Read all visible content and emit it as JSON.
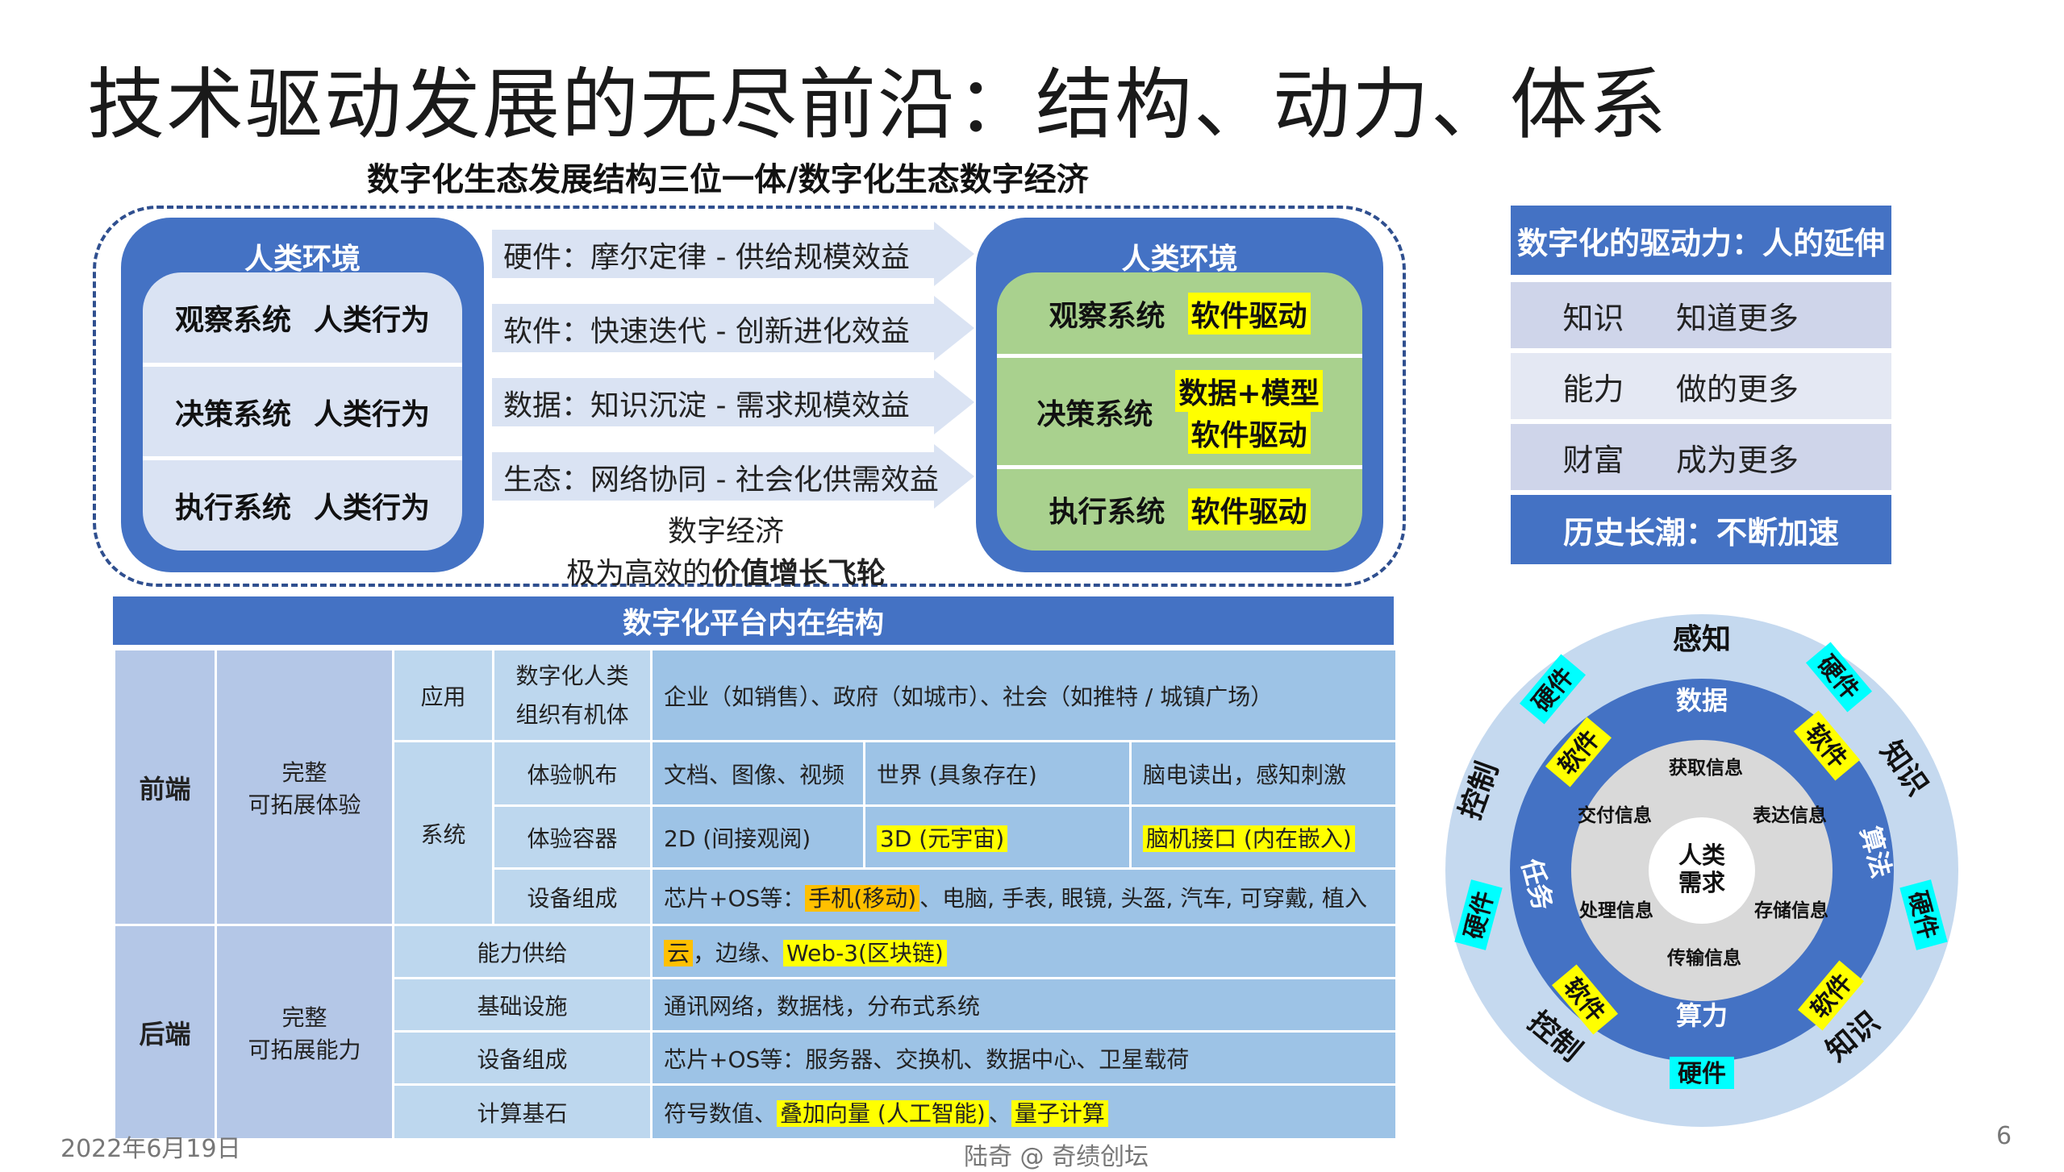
{
  "title": "技术驱动发展的无尽前沿：结构、动力、体系",
  "subtitle": "数字化生态发展结构三位一体/数字化生态数字经济",
  "left_env": {
    "title": "人类环境",
    "rows": [
      {
        "system": "观察系统",
        "driver": "人类行为"
      },
      {
        "system": "决策系统",
        "driver": "人类行为"
      },
      {
        "system": "执行系统",
        "driver": "人类行为"
      }
    ]
  },
  "right_env": {
    "title": "人类环境",
    "rows": [
      {
        "system": "观察系统",
        "driver_lines": [
          "软件驱动"
        ]
      },
      {
        "system": "决策系统",
        "driver_lines": [
          "数据+模型",
          "软件驱动"
        ]
      },
      {
        "system": "执行系统",
        "driver_lines": [
          "软件驱动"
        ]
      }
    ]
  },
  "arrows": [
    "硬件：摩尔定律 - 供给规模效益",
    "软件：快速迭代 - 创新进化效益",
    "数据：知识沉淀 - 需求规模效益",
    "生态：网络协同 - 社会化供需效益"
  ],
  "flywheel": {
    "line1": "数字经济",
    "line2_prefix": "极为高效的",
    "line2_bold": "价值增长飞轮"
  },
  "platform": {
    "header": "数字化平台内在结构",
    "front": {
      "label": "前端",
      "desc_lines": [
        "完整",
        "可拓展体验"
      ],
      "app": {
        "label": "应用",
        "name_lines": [
          "数字化人类",
          "组织有机体"
        ],
        "value": "企业（如销售）、政府（如城市）、社会（如推特 / 城镇广场）"
      },
      "system_label": "系统",
      "canvas": {
        "label": "体验帆布",
        "cells": [
          "文档、图像、视频",
          "世界 (具象存在)",
          "脑电读出，感知刺激"
        ]
      },
      "container": {
        "label": "体验容器",
        "cells": [
          "2D (间接观阅)",
          "3D (元宇宙)",
          "脑机接口 (内在嵌入)"
        ]
      },
      "device": {
        "label": "设备组成",
        "prefix": "芯片+OS等：",
        "highlight": "手机(移动)",
        "rest": "、电脑, 手表, 眼镜, 头盔, 汽车, 可穿戴, 植入"
      }
    },
    "back": {
      "label": "后端",
      "desc_lines": [
        "完整",
        "可拓展能力"
      ],
      "supply": {
        "label": "能力供给",
        "hl1": "云",
        "mid": "，边缘、",
        "hl2": "Web-3(区块链)"
      },
      "infra": {
        "label": "基础设施",
        "value": "通讯网络，数据栈，分布式系统"
      },
      "device": {
        "label": "设备组成",
        "value": "芯片+OS等：服务器、交换机、数据中心、卫星载荷"
      },
      "compute": {
        "label": "计算基石",
        "prefix": "符号数值、",
        "hl1": "叠加向量 (人工智能)",
        "mid": "、",
        "hl2": "量子计算"
      }
    }
  },
  "driver_panel": {
    "header": "数字化的驱动力：人的延伸",
    "rows": [
      {
        "k": "知识",
        "v": "知道更多"
      },
      {
        "k": "能力",
        "v": "做的更多"
      },
      {
        "k": "财富",
        "v": "成为更多"
      }
    ],
    "footer": "历史长潮：不断加速"
  },
  "circle": {
    "center_lines": [
      "人类",
      "需求"
    ],
    "inner": [
      "获取信息",
      "表达信息",
      "存储信息",
      "传输信息",
      "处理信息",
      "交付信息"
    ],
    "middle": [
      "数据",
      "算法",
      "算力",
      "任务"
    ],
    "middle_tags": [
      "软件",
      "软件",
      "软件",
      "软件"
    ],
    "outer": [
      "感知",
      "知识",
      "知识",
      "控制",
      "控制"
    ],
    "outer_tags": [
      "硬件",
      "硬件",
      "硬件",
      "硬件",
      "硬件"
    ]
  },
  "footer": {
    "date": "2022年6月19日",
    "author": "陆奇 @ 奇绩创坛",
    "page": "6"
  },
  "colors": {
    "primary_blue": "#4472c4",
    "inner_light": "#dae3f3",
    "inner_green": "#a9d18e",
    "highlight_yellow": "#ffff00",
    "highlight_orange": "#ffc000",
    "tag_cyan": "#00ffff"
  }
}
